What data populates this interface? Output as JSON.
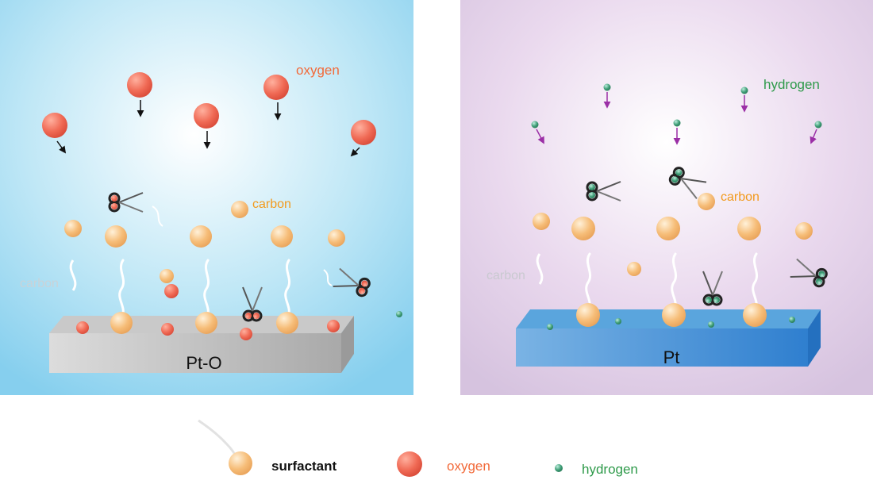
{
  "left_panel": {
    "substrate_label": "Pt-O",
    "oxygen_label": "oxygen",
    "carbon_label": "carbon",
    "carbon_fragment_label": "carbon"
  },
  "right_panel": {
    "substrate_label": "Pt",
    "hydrogen_label": "hydrogen",
    "carbon_label": "carbon",
    "carbon_fragment_label": "carbon"
  },
  "legend": {
    "surfactant": "surfactant",
    "oxygen": "oxygen",
    "hydrogen": "hydrogen"
  },
  "colors": {
    "left_bg": "#8fd3ef",
    "right_bg": "#d9c8e2",
    "oxygen": "#f06a55",
    "carbon": "#f6b86b",
    "hydrogen": "#3f9e77",
    "hydrogen_arrow": "#9b2fa6",
    "oxygen_label": "#f26a3a",
    "carbon_label": "#f29a1c",
    "hydrogen_label": "#2e9a4a"
  }
}
